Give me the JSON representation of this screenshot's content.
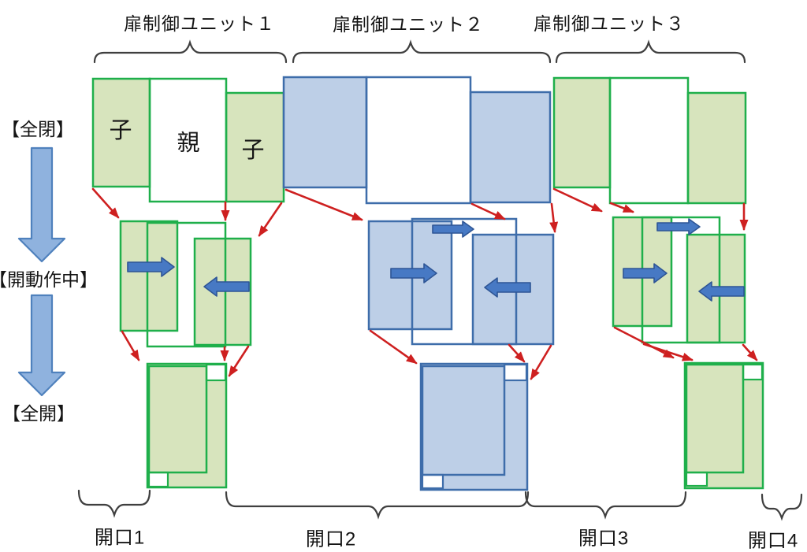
{
  "units": [
    {
      "label": "扉制御ユニット１"
    },
    {
      "label": "扉制御ユニット２"
    },
    {
      "label": "扉制御ユニット３"
    }
  ],
  "states": [
    {
      "label": "【全閉】"
    },
    {
      "label": "【開動作中】"
    },
    {
      "label": "【全開】"
    }
  ],
  "doors": {
    "child_label": "子",
    "parent_label": "親"
  },
  "openings": [
    {
      "label": "開口1"
    },
    {
      "label": "開口2"
    },
    {
      "label": "開口3"
    },
    {
      "label": "開口4"
    }
  ],
  "colors": {
    "green_border": "#1FAF4B",
    "green_fill": "#D7E4BD",
    "blue_border": "#3E6DAA",
    "blue_fill": "#BDCFE7",
    "slide_arrow_fill": "#4779C4",
    "slide_arrow_border": "#2E5595",
    "flow_arrow_fill": "#8FB2DE",
    "flow_arrow_border": "#4F81BD",
    "red_arrow": "#CE2020",
    "brace": "#3F3F3F"
  }
}
